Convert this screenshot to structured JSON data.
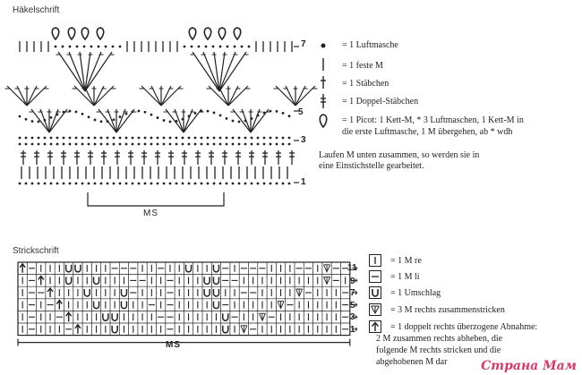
{
  "crochet": {
    "title": "Häkelschrift",
    "row_labels": [
      "7",
      "5",
      "3",
      "1"
    ],
    "ms_label": "MS",
    "legend": [
      {
        "icon": "chain-stitch-icon",
        "text": "= 1 Luftmasche"
      },
      {
        "icon": "single-crochet-icon",
        "text": "= 1 feste M"
      },
      {
        "icon": "double-crochet-icon",
        "text": "= 1 Stäbchen"
      },
      {
        "icon": "treble-crochet-icon",
        "text": "= 1 Doppel-Stäbchen"
      },
      {
        "icon": "picot-icon",
        "text": "= 1 Picot: 1 Kett-M, * 3 Luftmaschen, 1 Kett-M in",
        "text2": "die erste Luftmasche,  1 M übergehen, ab * wdh"
      }
    ],
    "note_line1": "Laufen M unten zusammen, so werden sie in",
    "note_line2": "eine Einstichstelle gearbeitet."
  },
  "knit": {
    "title": "Strickschrift",
    "row_labels": [
      "11",
      "9",
      "7",
      "5",
      "3",
      "1"
    ],
    "ms_label": "MS",
    "legend": [
      {
        "icon": "knit-stitch-icon",
        "text": "= 1 M re"
      },
      {
        "icon": "purl-stitch-icon",
        "text": "= 1 M li"
      },
      {
        "icon": "yarn-over-icon",
        "text": "= 1 Umschlag"
      },
      {
        "icon": "k3tog-icon",
        "text": "= 3 M rechts zusammenstricken"
      },
      {
        "icon": "double-decrease-icon",
        "text": "= 1 doppelt rechts überzogene Abnahme:",
        "text2": "2 M zusammen rechts abheben, die",
        "text3": "folgende M rechts stricken und die",
        "text4": "abgehobenen M dar"
      }
    ]
  },
  "watermark": "Страна Мам"
}
